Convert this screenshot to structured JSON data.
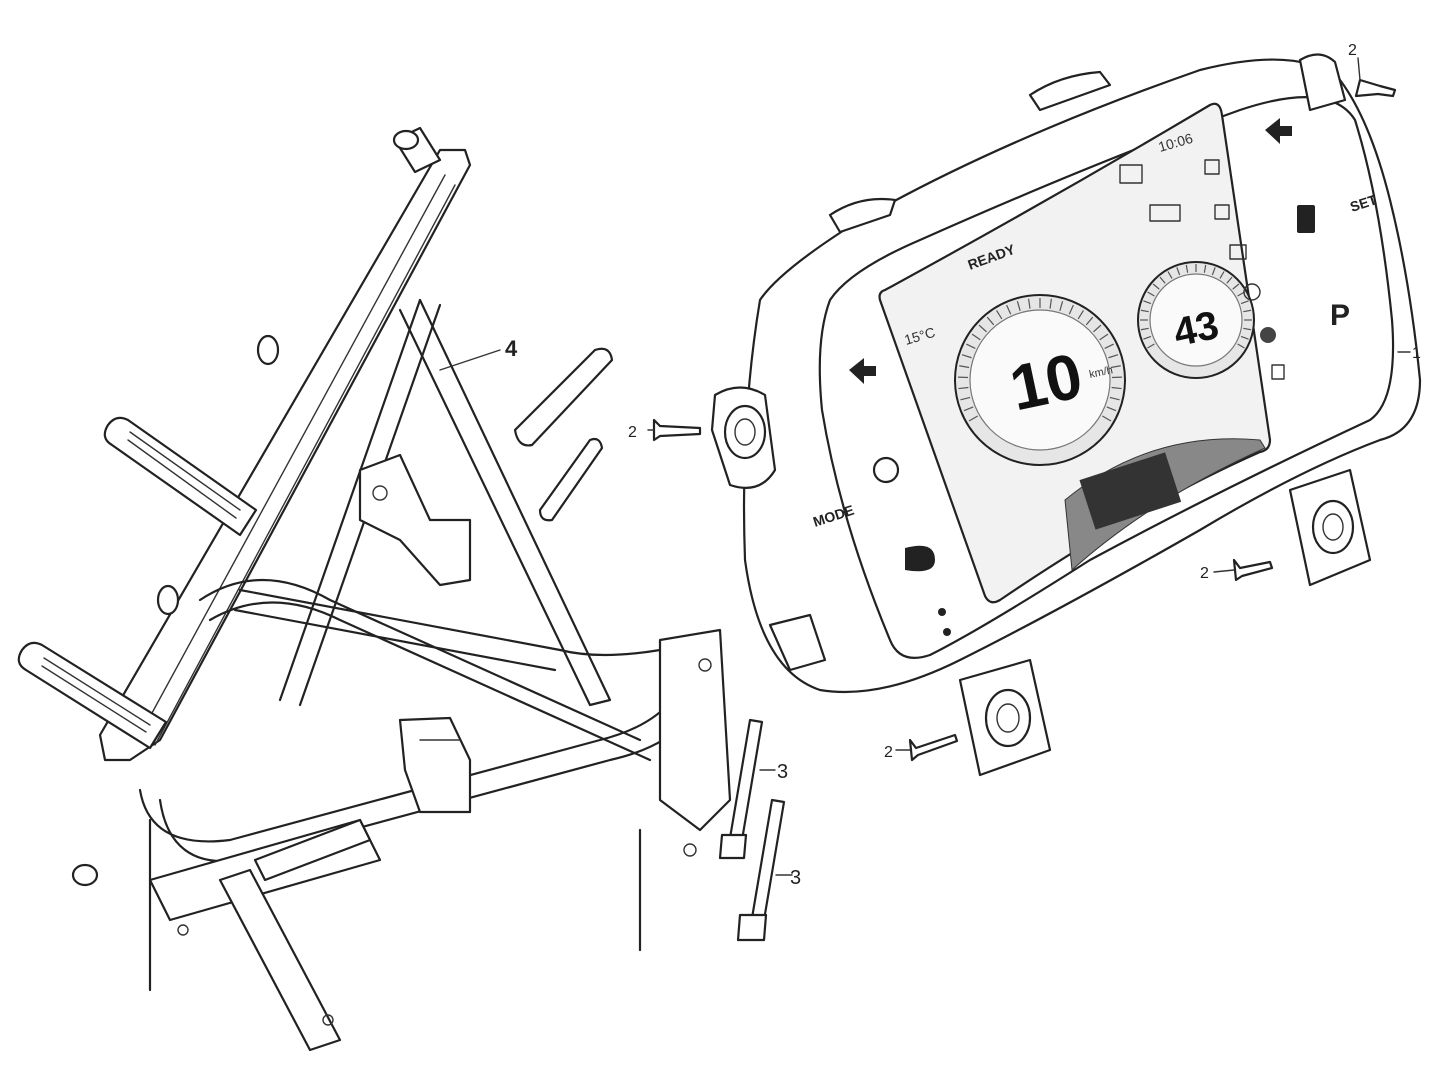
{
  "callouts": {
    "c1": "1",
    "c2a": "2",
    "c2b": "2",
    "c2c": "2",
    "c2d": "2",
    "c3a": "3",
    "c3b": "3",
    "c4": "4"
  },
  "dashboard": {
    "button_left": "MODE",
    "button_right": "SET",
    "speed": "10",
    "speed_unit": "km/h",
    "secondary": "43",
    "ready": "READY",
    "time": "10:06",
    "temperature": "15°C",
    "gear": "P"
  },
  "colors": {
    "line": "#222222",
    "screen_dark": "#333333",
    "background": "#ffffff"
  }
}
